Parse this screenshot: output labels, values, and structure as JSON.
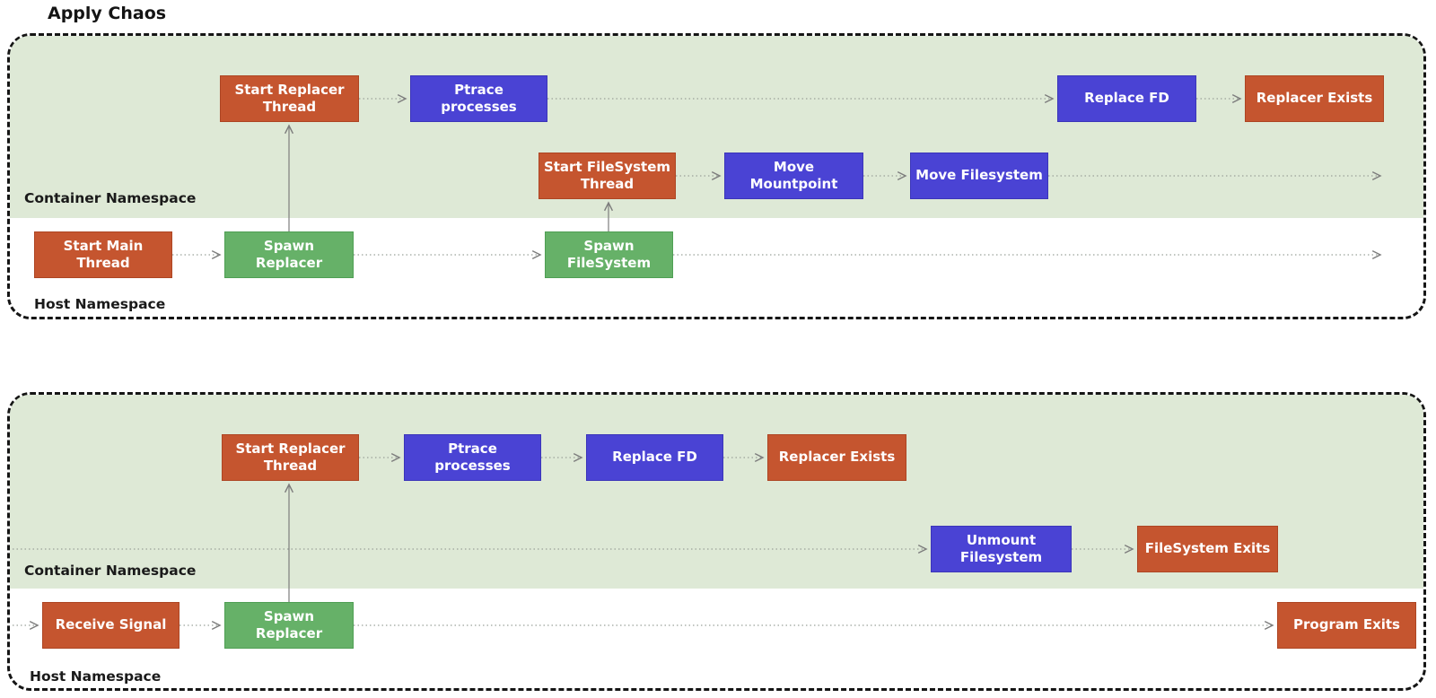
{
  "title": "Apply Chaos",
  "colors": {
    "orange": "#c5552f",
    "orange_border": "#ad4523",
    "blue": "#4a43d4",
    "blue_border": "#3b35b9",
    "green": "#66b168",
    "green_border": "#4f9f54",
    "panel_bg": "#dee9d6",
    "line": "#9aa29a",
    "arrow": "#7d7d7d"
  },
  "panel1": {
    "container_label": "Container Namespace",
    "host_label": "Host Namespace",
    "nodes": {
      "start_replacer_thread": "Start Replacer\nThread",
      "ptrace_processes": "Ptrace\nprocesses",
      "replace_fd": "Replace FD",
      "replacer_exists": "Replacer Exists",
      "start_filesystem_thread": "Start FileSystem\nThread",
      "move_mountpoint": "Move\nMountpoint",
      "move_filesystem": "Move Filesystem",
      "start_main_thread": "Start Main\nThread",
      "spawn_replacer": "Spawn\nReplacer",
      "spawn_filesystem": "Spawn\nFileSystem"
    }
  },
  "panel2": {
    "container_label": "Container Namespace",
    "host_label": "Host Namespace",
    "nodes": {
      "start_replacer_thread": "Start Replacer\nThread",
      "ptrace_processes": "Ptrace\nprocesses",
      "replace_fd": "Replace FD",
      "replacer_exists": "Replacer Exists",
      "unmount_filesystem": "Unmount\nFilesystem",
      "filesystem_exits": "FileSystem Exits",
      "receive_signal": "Receive Signal",
      "spawn_replacer": "Spawn\nReplacer",
      "program_exits": "Program Exits"
    }
  }
}
